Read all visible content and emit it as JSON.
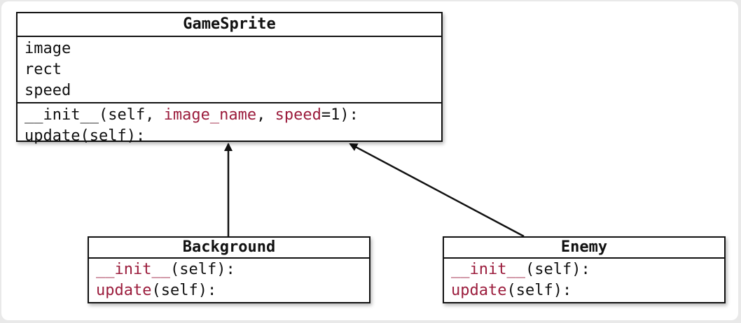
{
  "diagram": {
    "base_class": {
      "name": "GameSprite",
      "attributes": [
        "image",
        "rect",
        "speed"
      ],
      "methods": [
        {
          "parts": [
            {
              "text": "__init__(self, ",
              "highlight": false
            },
            {
              "text": "image_name",
              "highlight": true
            },
            {
              "text": ", ",
              "highlight": false
            },
            {
              "text": "speed",
              "highlight": true
            },
            {
              "text": "=1):",
              "highlight": false
            }
          ]
        },
        {
          "parts": [
            {
              "text": "update(self):",
              "highlight": false
            }
          ]
        }
      ]
    },
    "subclasses": [
      {
        "name": "Background",
        "methods": [
          {
            "parts": [
              {
                "text": "__init__",
                "highlight": true
              },
              {
                "text": "(self):",
                "highlight": false
              }
            ]
          },
          {
            "parts": [
              {
                "text": "update",
                "highlight": true
              },
              {
                "text": "(self):",
                "highlight": false
              }
            ]
          }
        ]
      },
      {
        "name": "Enemy",
        "methods": [
          {
            "parts": [
              {
                "text": "__init__",
                "highlight": true
              },
              {
                "text": "(self):",
                "highlight": false
              }
            ]
          },
          {
            "parts": [
              {
                "text": "update",
                "highlight": true
              },
              {
                "text": "(self):",
                "highlight": false
              }
            ]
          }
        ]
      }
    ],
    "colors": {
      "highlight": "#9b1c3c",
      "text": "#111111",
      "border": "#111111"
    }
  }
}
